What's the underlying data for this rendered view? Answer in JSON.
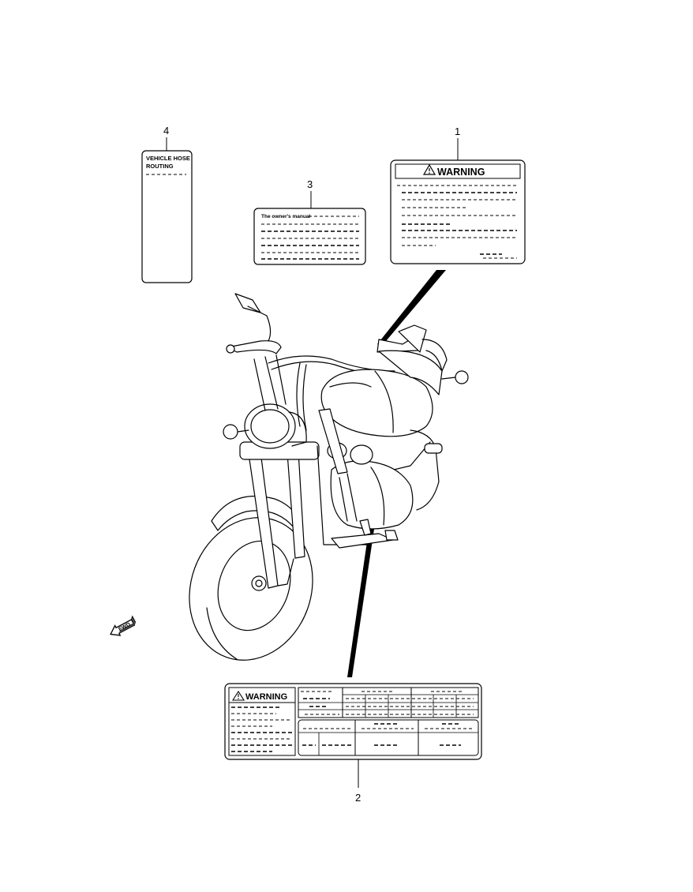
{
  "callouts": {
    "c1": "1",
    "c2": "2",
    "c3": "3",
    "c4": "4"
  },
  "label1": {
    "heading": "WARNING"
  },
  "label2": {
    "heading": "WARNING"
  },
  "label3": {
    "title": "The owner's manual"
  },
  "label4": {
    "line1": "VEHICLE HOSE",
    "line2": "ROUTING"
  },
  "fwd_arrow": {
    "text": "FWD"
  },
  "icons": {
    "warning": "warning-triangle-icon",
    "arrow": "forward-arrow-icon"
  }
}
